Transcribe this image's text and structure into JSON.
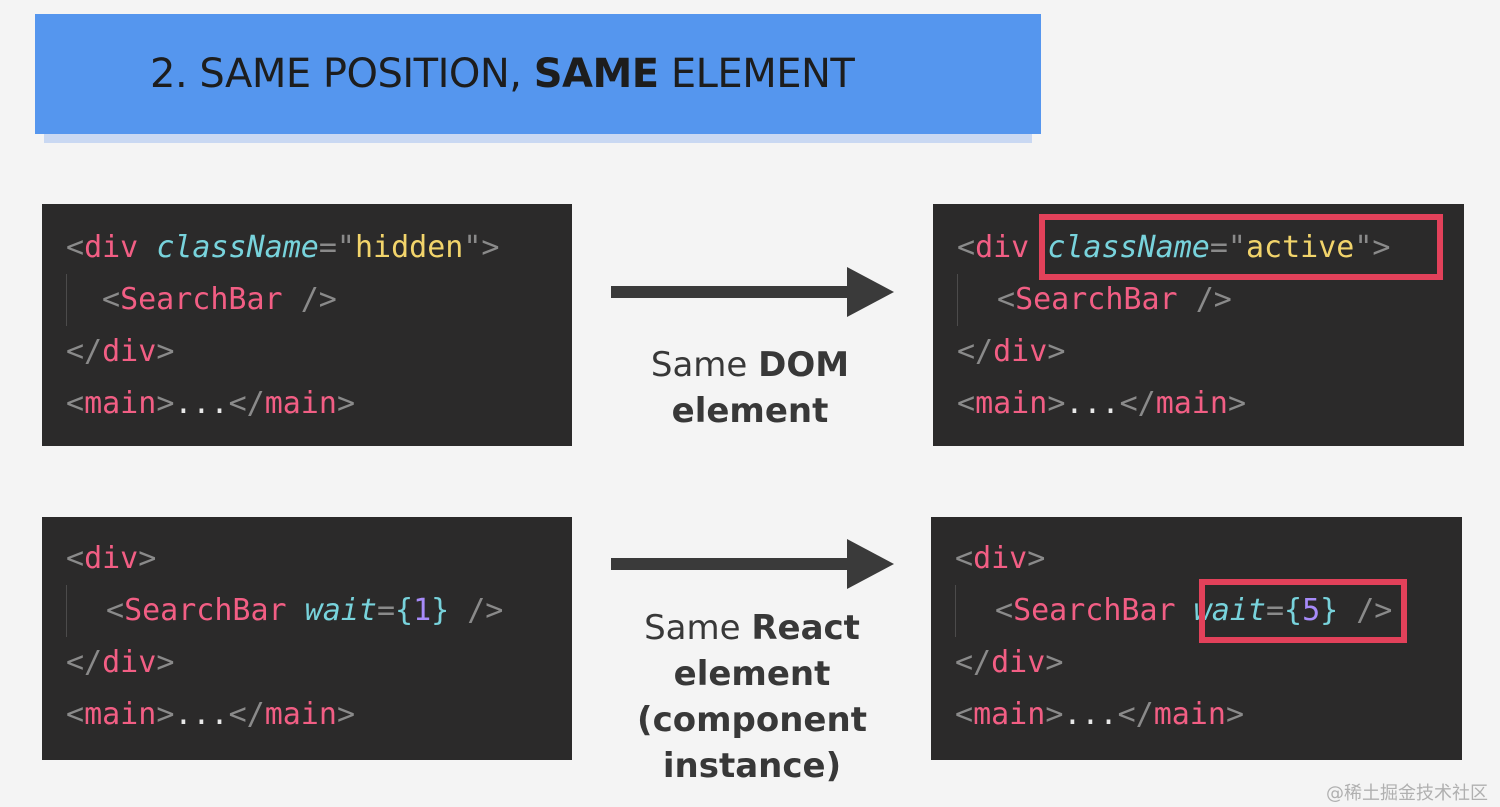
{
  "title": {
    "prefix": "2. SAME POSITION, ",
    "bold": "SAME",
    "suffix": " ELEMENT"
  },
  "captions": {
    "top": {
      "line1_plain": "Same ",
      "line1_bold": "DOM",
      "line2": "element"
    },
    "bottom": {
      "line1_plain": "Same ",
      "line1_bold": "React",
      "line2": "element",
      "line3": "(component",
      "line4": "instance)"
    }
  },
  "code": {
    "div": "div",
    "className_attr": "className",
    "hidden_value": "hidden",
    "active_value": "active",
    "searchbar": "SearchBar",
    "main": "main",
    "ellipsis": "...",
    "wait_attr": "wait",
    "wait_before": "1",
    "wait_after": "5"
  },
  "watermark": "@稀土掘金技术社区",
  "colors": {
    "banner": "#5596ee",
    "code_bg": "#2b2a2a",
    "tag": "#f25e84",
    "attr": "#78d3dc",
    "string": "#f2d46b",
    "number": "#a78bfa",
    "highlight": "#e2415a",
    "arrow": "#3a3a3a"
  }
}
